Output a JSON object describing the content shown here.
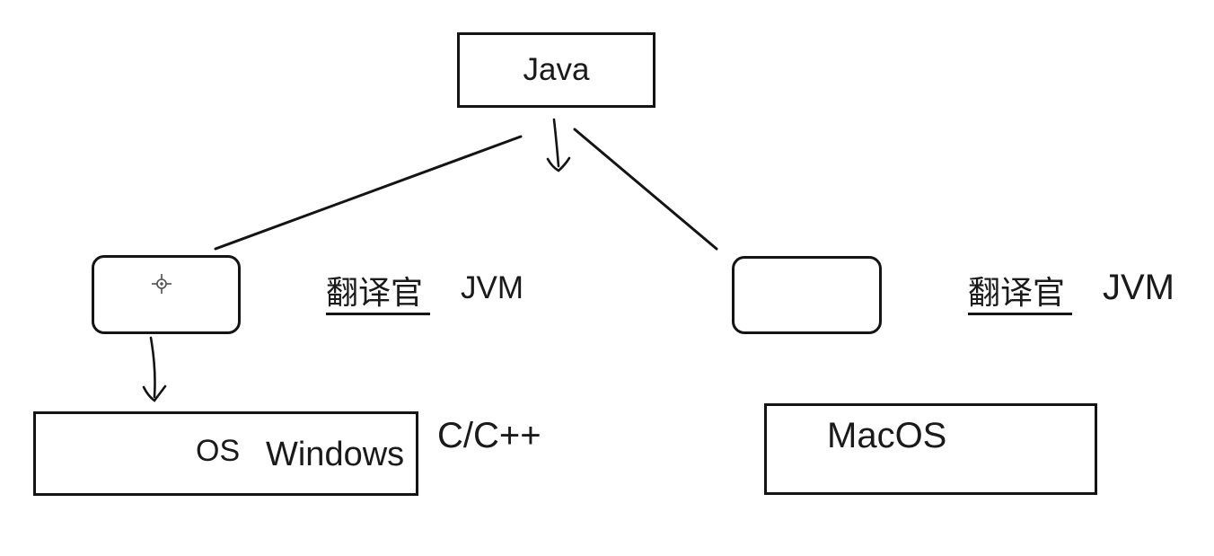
{
  "diagram": {
    "background": "#ffffff",
    "stroke_color": "#141414",
    "text_color": "#1a1a1a",
    "cursor_color": "#4f4f4f",
    "nodes": {
      "java": {
        "label": "Java",
        "shape": "rectangle"
      },
      "jvm_left_box": {
        "label": "",
        "shape": "rounded-rectangle",
        "icon": "precision-crosshair-cursor"
      },
      "jvm_right_box": {
        "label": "",
        "shape": "rounded-rectangle"
      },
      "os_windows_box": {
        "label_primary": "OS",
        "label_secondary": "Windows",
        "shape": "rectangle"
      },
      "macos_box": {
        "label": "MacOS",
        "shape": "rectangle"
      }
    },
    "labels": {
      "left_translator": "翻译官",
      "left_jvm": "JVM",
      "right_translator": "翻译官",
      "right_jvm": "JVM",
      "cpp": "C/C++"
    },
    "edges": [
      {
        "from": "java",
        "to": "jvm_left_box",
        "style": "plain-line"
      },
      {
        "from": "java",
        "to": "down",
        "style": "arrow"
      },
      {
        "from": "java",
        "to": "jvm_right_box",
        "style": "plain-line"
      },
      {
        "from": "jvm_left_box",
        "to": "os_windows_box",
        "style": "arrow"
      }
    ]
  }
}
